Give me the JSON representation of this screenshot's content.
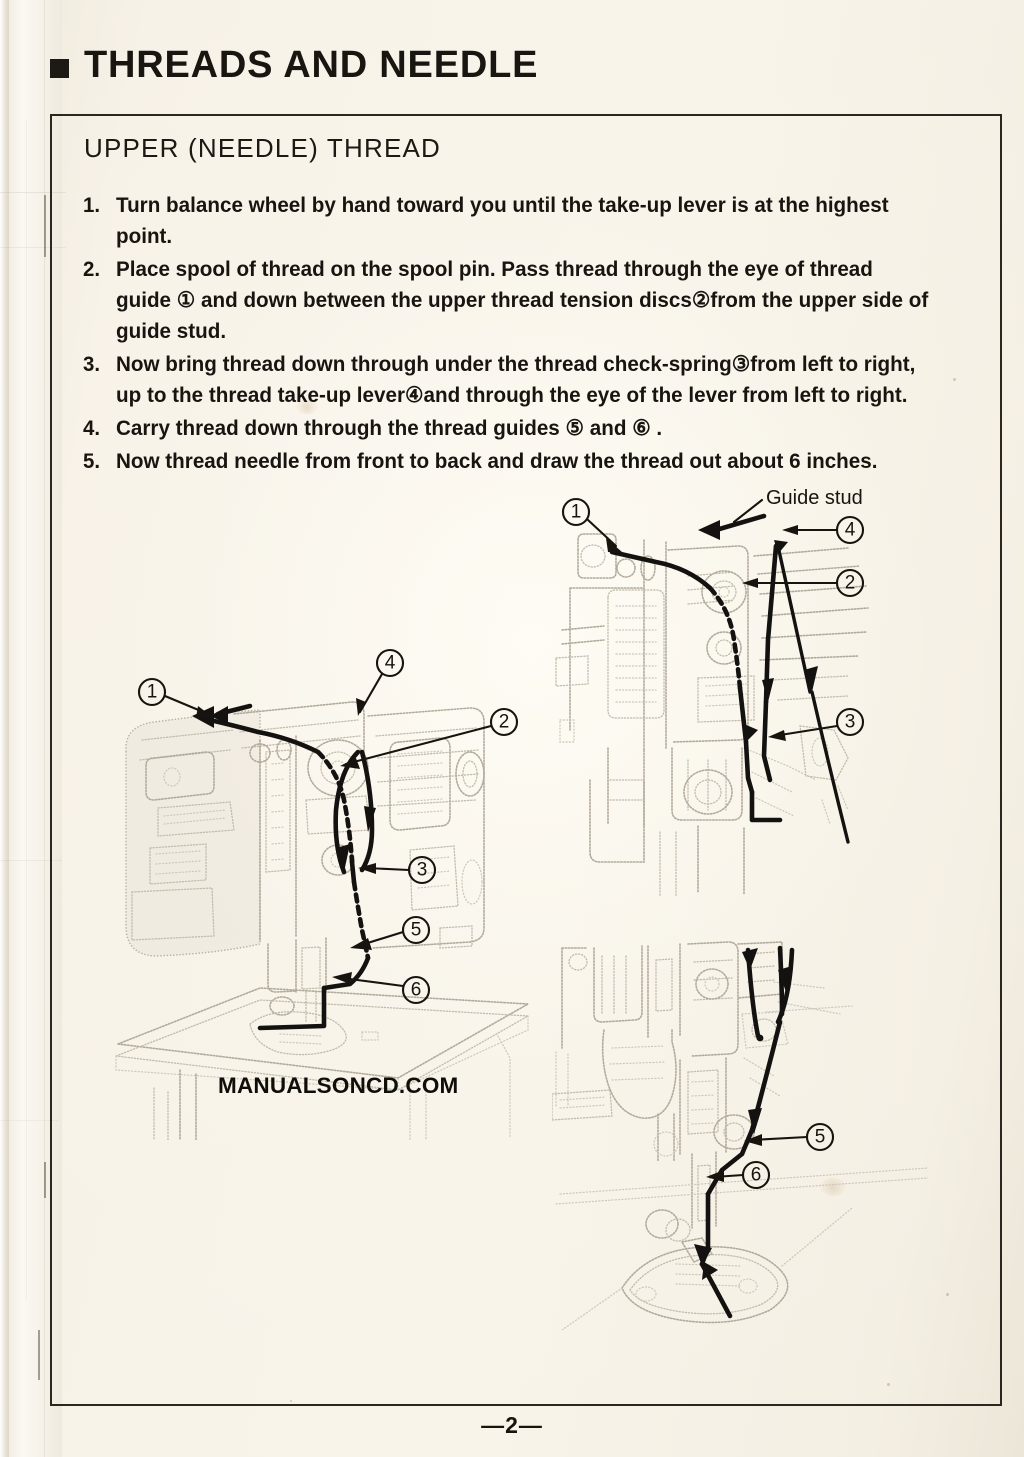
{
  "page": {
    "title": "THREADS AND NEEDLE",
    "bullet_icon": "filled-square-bullet",
    "section_heading": "UPPER  (NEEDLE)  THREAD",
    "page_number": "—2—",
    "watermark": "MANUALSONCD.COM",
    "paper_color": "#f6f1e6",
    "ink_color": "#17140f"
  },
  "instructions": [
    {
      "number": "1.",
      "lines": [
        "Turn  balance  wheel  by  hand  toward  you  until  the  take-up  lever  is  at  the  highest",
        "point."
      ]
    },
    {
      "number": "2.",
      "lines": [
        "Place  spool  of  thread  on  the  spool  pin.   Pass  thread  through  the  eye  of  thread",
        "guide ① and  down  between  the  upper  thread  tension  discs②from  the  upper  side  of",
        "guide stud."
      ]
    },
    {
      "number": "3.",
      "lines": [
        "Now  bring  thread  down  through  under  the  thread  check-spring③from  left  to  right,",
        "up  to  the  thread  take-up  lever④and  through  the  eye  of  the  lever  from  left  to  right."
      ]
    },
    {
      "number": "4.",
      "lines": [
        "Carry  thread  down  through  the  thread  guides ⑤ and ⑥ ."
      ]
    },
    {
      "number": "5.",
      "lines": [
        "Now  thread  needle  from  front  to  back  and  draw  the  thread  out  about  6  inches."
      ]
    }
  ],
  "figures": {
    "main": {
      "name": "sewing-machine-full-view",
      "callouts": [
        "1",
        "4",
        "2",
        "3",
        "5",
        "6"
      ]
    },
    "top_right": {
      "name": "machine-head-detail-upper",
      "label": "Guide stud",
      "callouts": [
        "1",
        "4",
        "2",
        "3"
      ]
    },
    "bottom_right": {
      "name": "needle-bar-detail-lower",
      "callouts": [
        "5",
        "6"
      ]
    }
  }
}
